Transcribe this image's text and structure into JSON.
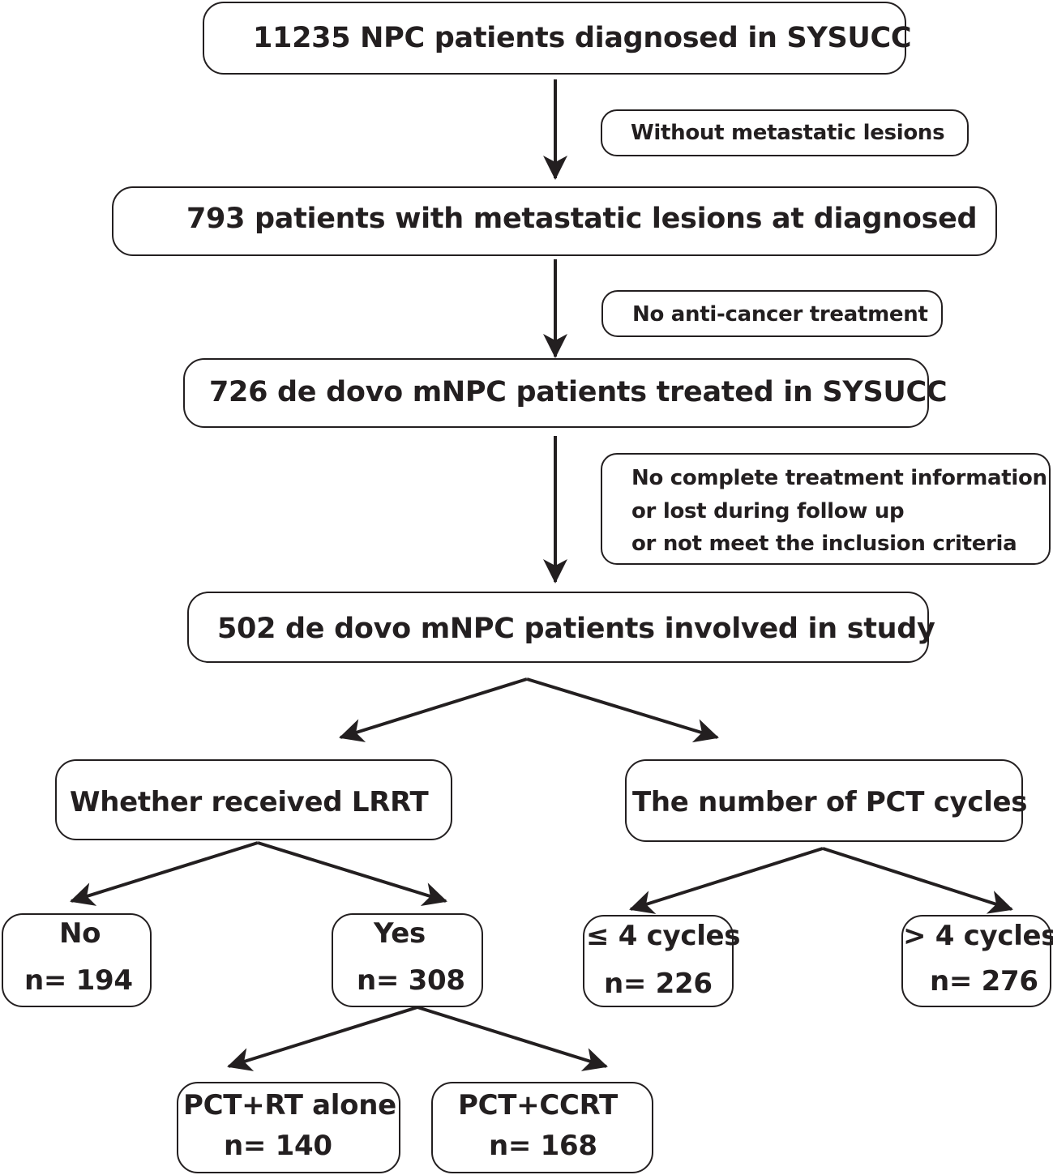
{
  "steps": {
    "total": "11235 NPC patients diagnosed in SYSUCC",
    "metastatic": "793 patients with metastatic lesions at diagnosed",
    "treated": "726 de dovo mNPC patients treated in SYSUCC",
    "involved": "502 de dovo mNPC patients involved in study"
  },
  "exclusions": {
    "ex1": "Without metastatic lesions",
    "ex2": "No anti-cancer treatment",
    "ex3_line1": "No complete treatment information",
    "ex3_line2": "or lost during follow up",
    "ex3_line3": "or not meet the inclusion criteria"
  },
  "branches": {
    "lrrt": "Whether received LRRT",
    "pct": "The number of PCT cycles"
  },
  "groups": {
    "no_label": "No",
    "no_n": "n= 194",
    "yes_label": "Yes",
    "yes_n": "n= 308",
    "le4_label": "≤ 4 cycles",
    "le4_n": "n= 226",
    "gt4_label": "> 4 cycles",
    "gt4_n": "n= 276",
    "rt_label": "PCT+RT alone",
    "rt_n": "n= 140",
    "ccrt_label": "PCT+CCRT",
    "ccrt_n": "n= 168"
  },
  "colors": {
    "ink": "#231f20",
    "background": "#ffffff"
  }
}
